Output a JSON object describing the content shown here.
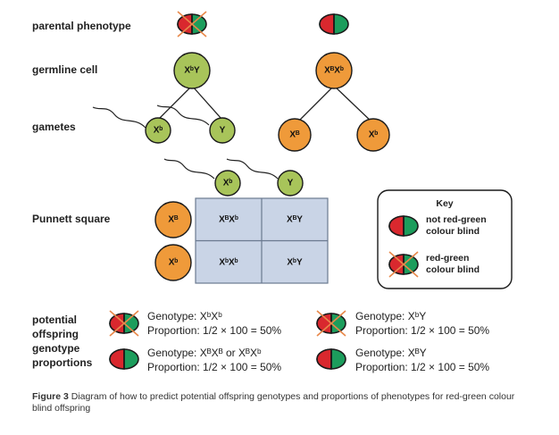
{
  "labels": {
    "parental_phenotype": "parental phenotype",
    "germline_cell": "germline cell",
    "gametes": "gametes",
    "punnett_square": "Punnett square",
    "offspring_line1": "potential",
    "offspring_line2": "offspring",
    "offspring_line3": "genotype",
    "offspring_line4": "proportions"
  },
  "germline": {
    "father": "XᵇY",
    "mother": "XᴮXᵇ"
  },
  "gametes": {
    "father": [
      "Xᵇ",
      "Y"
    ],
    "mother": [
      "Xᴮ",
      "Xᵇ"
    ]
  },
  "punnett": {
    "top": [
      "Xᵇ",
      "Y"
    ],
    "left": [
      "Xᴮ",
      "Xᵇ"
    ],
    "cells": [
      [
        "XᴮXᵇ",
        "XᴮY"
      ],
      [
        "XᵇXᵇ",
        "XᵇY"
      ]
    ]
  },
  "key": {
    "title": "Key",
    "normal_line1": "not red-green",
    "normal_line2": "colour blind",
    "cb_line1": "red-green",
    "cb_line2": "colour blind"
  },
  "offspring": [
    {
      "genotype": "Genotype: XᵇXᵇ",
      "proportion": "Proportion: 1/2 × 100 = 50%",
      "colour_blind": true
    },
    {
      "genotype": "Genotype: XᵇY",
      "proportion": "Proportion: 1/2 × 100 = 50%",
      "colour_blind": true
    },
    {
      "genotype": "Genotype: XᴮXᴮ or XᴮXᵇ",
      "proportion": "Proportion: 1/2 × 100 = 50%",
      "colour_blind": false
    },
    {
      "genotype": "Genotype: XᴮY",
      "proportion": "Proportion: 1/2 × 100 = 50%",
      "colour_blind": false
    }
  ],
  "caption": {
    "figure": "Figure 3",
    "text": "Diagram of how to predict potential offspring genotypes and proportions of phenotypes for red-green colour blind offspring"
  },
  "colors": {
    "green_circle": "#a8c45a",
    "orange_circle": "#ef9a3a",
    "punnett_fill": "#c9d4e6",
    "eye_red": "#d9282e",
    "eye_green": "#1c9d5c",
    "cross": "#e8884a"
  }
}
